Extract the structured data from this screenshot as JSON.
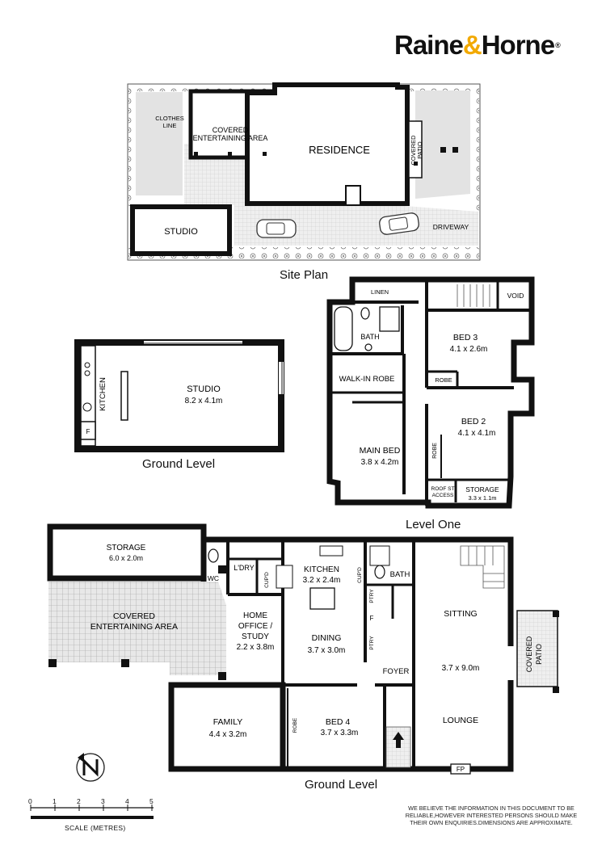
{
  "brand": {
    "name_left": "Raine",
    "amp": "&",
    "name_right": "Horne",
    "reg": "®"
  },
  "site_plan": {
    "caption": "Site Plan",
    "clothes_line": [
      "CLOTHES",
      "LINE"
    ],
    "covered_entertaining": [
      "COVERED",
      "ENTERTAINING AREA"
    ],
    "residence": "RESIDENCE",
    "covered_patio": [
      "COVERED",
      "PATIO"
    ],
    "studio": "STUDIO",
    "driveway": "DRIVEWAY"
  },
  "studio_plan": {
    "caption": "Ground Level",
    "kitchen": "KITCHEN",
    "studio_name": "STUDIO",
    "studio_dim": "8.2 x 4.1m",
    "fridge": "F"
  },
  "level_one": {
    "caption": "Level One",
    "linen": "LINEN",
    "void": "VOID",
    "bath": "BATH",
    "bed3": "BED 3",
    "bed3_dim": "4.1 x 2.6m",
    "robe_small": "ROBE",
    "walk_in_robe": "WALK-IN ROBE",
    "bed2": "BED 2",
    "bed2_dim": "4.1 x 4.1m",
    "robe_vertical": "ROBE",
    "main_bed": "MAIN BED",
    "main_bed_dim": "3.8 x 4.2m",
    "roof_access": [
      "ROOF ST",
      "ACCESS"
    ],
    "storage": "STORAGE",
    "storage_dim": "3.3 x 1.1m"
  },
  "ground_level": {
    "caption": "Ground Level",
    "storage": "STORAGE",
    "storage_dim": "6.0 x 2.0m",
    "wc": "WC",
    "ldry": "L'DRY",
    "cupd_left": "CUP'D",
    "kitchen": "KITCHEN",
    "kitchen_dim": "3.2 x 2.4m",
    "cupd_right": "CUP'D",
    "bath": "BATH",
    "covered_entertaining": [
      "COVERED",
      "ENTERTAINING AREA"
    ],
    "home_office": [
      "HOME",
      "OFFICE /",
      "STUDY"
    ],
    "home_office_dim": "2.2 x 3.8m",
    "ptry_top": "PTRY",
    "fridge": "F",
    "ptry_bottom": "PTRY",
    "dining": "DINING",
    "dining_dim": "3.7 x 3.0m",
    "sitting": "SITTING",
    "sitting_dim": "3.7 x 9.0m",
    "foyer": "FOYER",
    "covered_patio": [
      "COVERED",
      "PATIO"
    ],
    "family": "FAMILY",
    "family_dim": "4.4 x 3.2m",
    "robe": "ROBE",
    "bed4": "BED 4",
    "bed4_dim": "3.7 x 3.3m",
    "lounge": "LOUNGE",
    "fp": "FP"
  },
  "scale": {
    "ticks": [
      "0",
      "1",
      "2",
      "3",
      "4",
      "5"
    ],
    "label": "SCALE (METRES)"
  },
  "disclaimer": "WE BELIEVE THE INFORMATION IN THIS DOCUMENT TO BE RELIABLE,HOWEVER INTERESTED PERSONS SHOULD MAKE THEIR OWN ENQUIRIES.DIMENSIONS ARE APPROXIMATE."
}
